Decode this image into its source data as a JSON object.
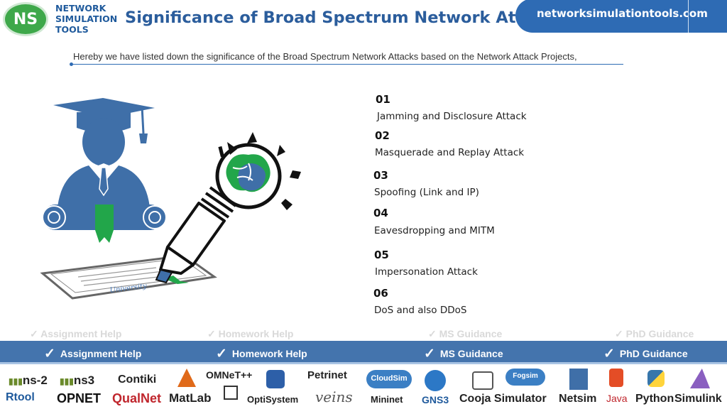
{
  "header": {
    "logo_mark": "NS",
    "logo_lines": [
      "NETWORK",
      "SIMULATION",
      "TOOLS"
    ],
    "title": "Significance of Broad Spectrum Network Attacks",
    "site": "networksimulationtools.com"
  },
  "intro": "Hereby we have listed down the significance of the Broad Spectrum Network Attacks based on the Network Attack Projects,",
  "illustration": {
    "diploma_text": "University"
  },
  "items": [
    {
      "num": "01",
      "text": "Jamming and Disclosure Attack"
    },
    {
      "num": "02",
      "text": "Masquerade and Replay Attack"
    },
    {
      "num": "03",
      "text": "Spoofing (Link and IP)"
    },
    {
      "num": "04",
      "text": "Eavesdropping and MITM"
    },
    {
      "num": "05",
      "text": "Impersonation Attack"
    },
    {
      "num": "06",
      "text": "DoS and also DDoS"
    }
  ],
  "band": {
    "items": [
      "Assignment Help",
      "Homework Help",
      "MS  Guidance",
      "PhD  Guidance"
    ],
    "check": "✓"
  },
  "tools": [
    "ns-2",
    "ns3",
    "Contiki",
    "OMNeT++",
    "Petrinet",
    "CloudSim",
    "Fogsim",
    "Rtool",
    "OPNET",
    "QualNet",
    "MatLab",
    "OptiSystem",
    "veins",
    "Mininet",
    "GNS3",
    "Cooja Simulator",
    "Netsim",
    "Java",
    "Python",
    "Simulink"
  ],
  "colors": {
    "brand_blue": "#2e6bb4",
    "band_blue": "#4474ad",
    "logo_green": "#3ea84a",
    "grad_blue": "#3f6fa8",
    "accent_green": "#22a64a"
  }
}
